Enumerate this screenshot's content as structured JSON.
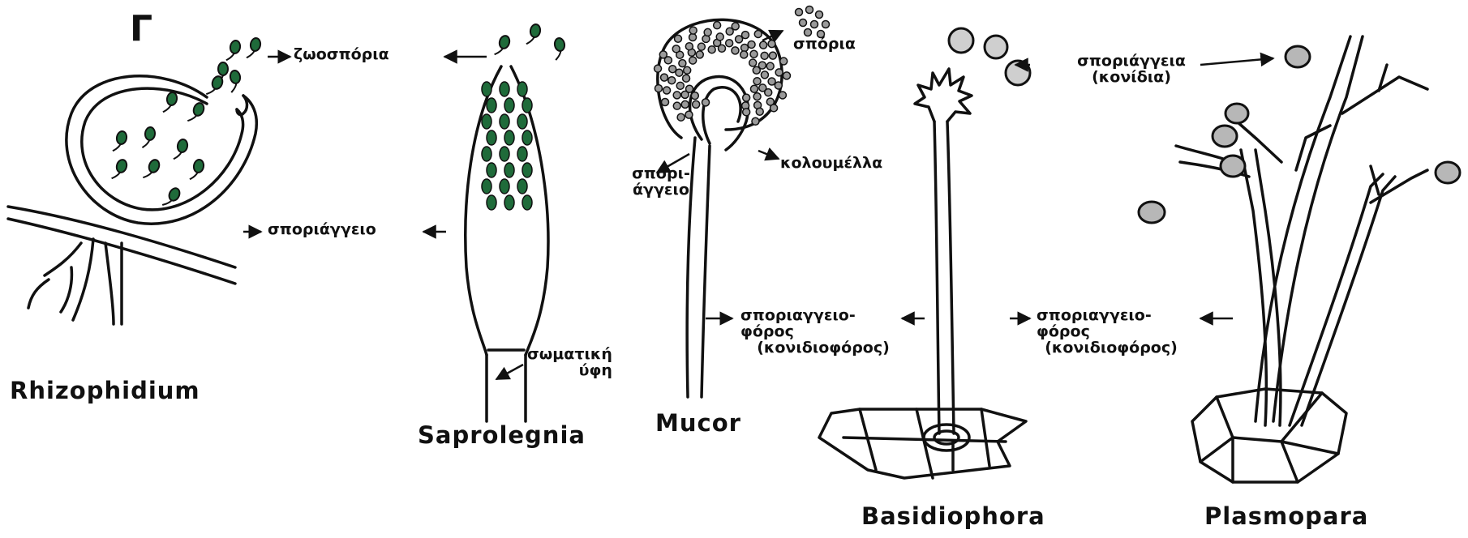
{
  "panel_letter": "Γ",
  "organisms": {
    "rhizophidium": "Rhizophidium",
    "saprolegnia": "Saprolegnia",
    "mucor": "Mucor",
    "basidiophora": "Basidiophora",
    "plasmopara": "Plasmopara"
  },
  "labels": {
    "zoospores": "ζωοσπόρια",
    "sporangium": "σποριάγγειο",
    "spores": "σπόρια",
    "sporangium_split_1": "σπορι-",
    "sporangium_split_2": "άγγειο",
    "columella": "κολουμέλλα",
    "somatic_hypha_1": "σωματική",
    "somatic_hypha_2": "ύφη",
    "sporangia_1": "σποριάγγεια",
    "sporangia_2": "(κονίδια)",
    "sporangiophore_1": "σποριαγγειο-",
    "sporangiophore_2": "φόρος",
    "sporangiophore_3": "(κονιδιοφόρος)"
  },
  "colors": {
    "ink": "#111111",
    "zoospore_fill": "#1f6b3a",
    "spore_fill": "#9a9a9a",
    "sac_fill": "#b7b7b7"
  }
}
